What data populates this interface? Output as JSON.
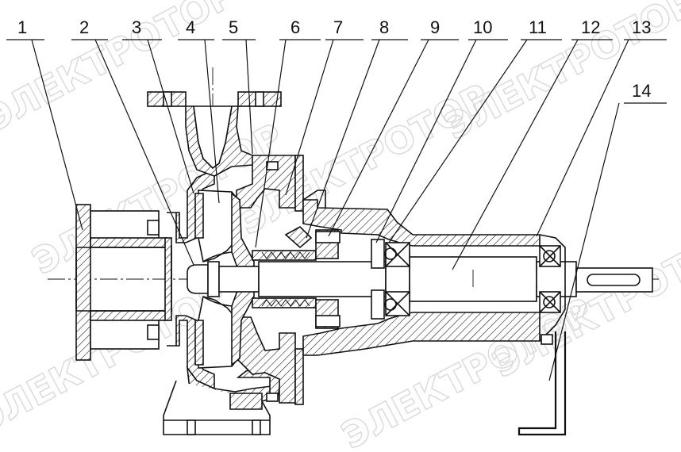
{
  "watermark": "ЭЛЕКТРОТОР",
  "callouts": [
    {
      "label": "1"
    },
    {
      "label": "2"
    },
    {
      "label": "3"
    },
    {
      "label": "4"
    },
    {
      "label": "5"
    },
    {
      "label": "6"
    },
    {
      "label": "7"
    },
    {
      "label": "8"
    },
    {
      "label": "9"
    },
    {
      "label": "10"
    },
    {
      "label": "11"
    },
    {
      "label": "12"
    },
    {
      "label": "13"
    },
    {
      "label": "14"
    }
  ]
}
